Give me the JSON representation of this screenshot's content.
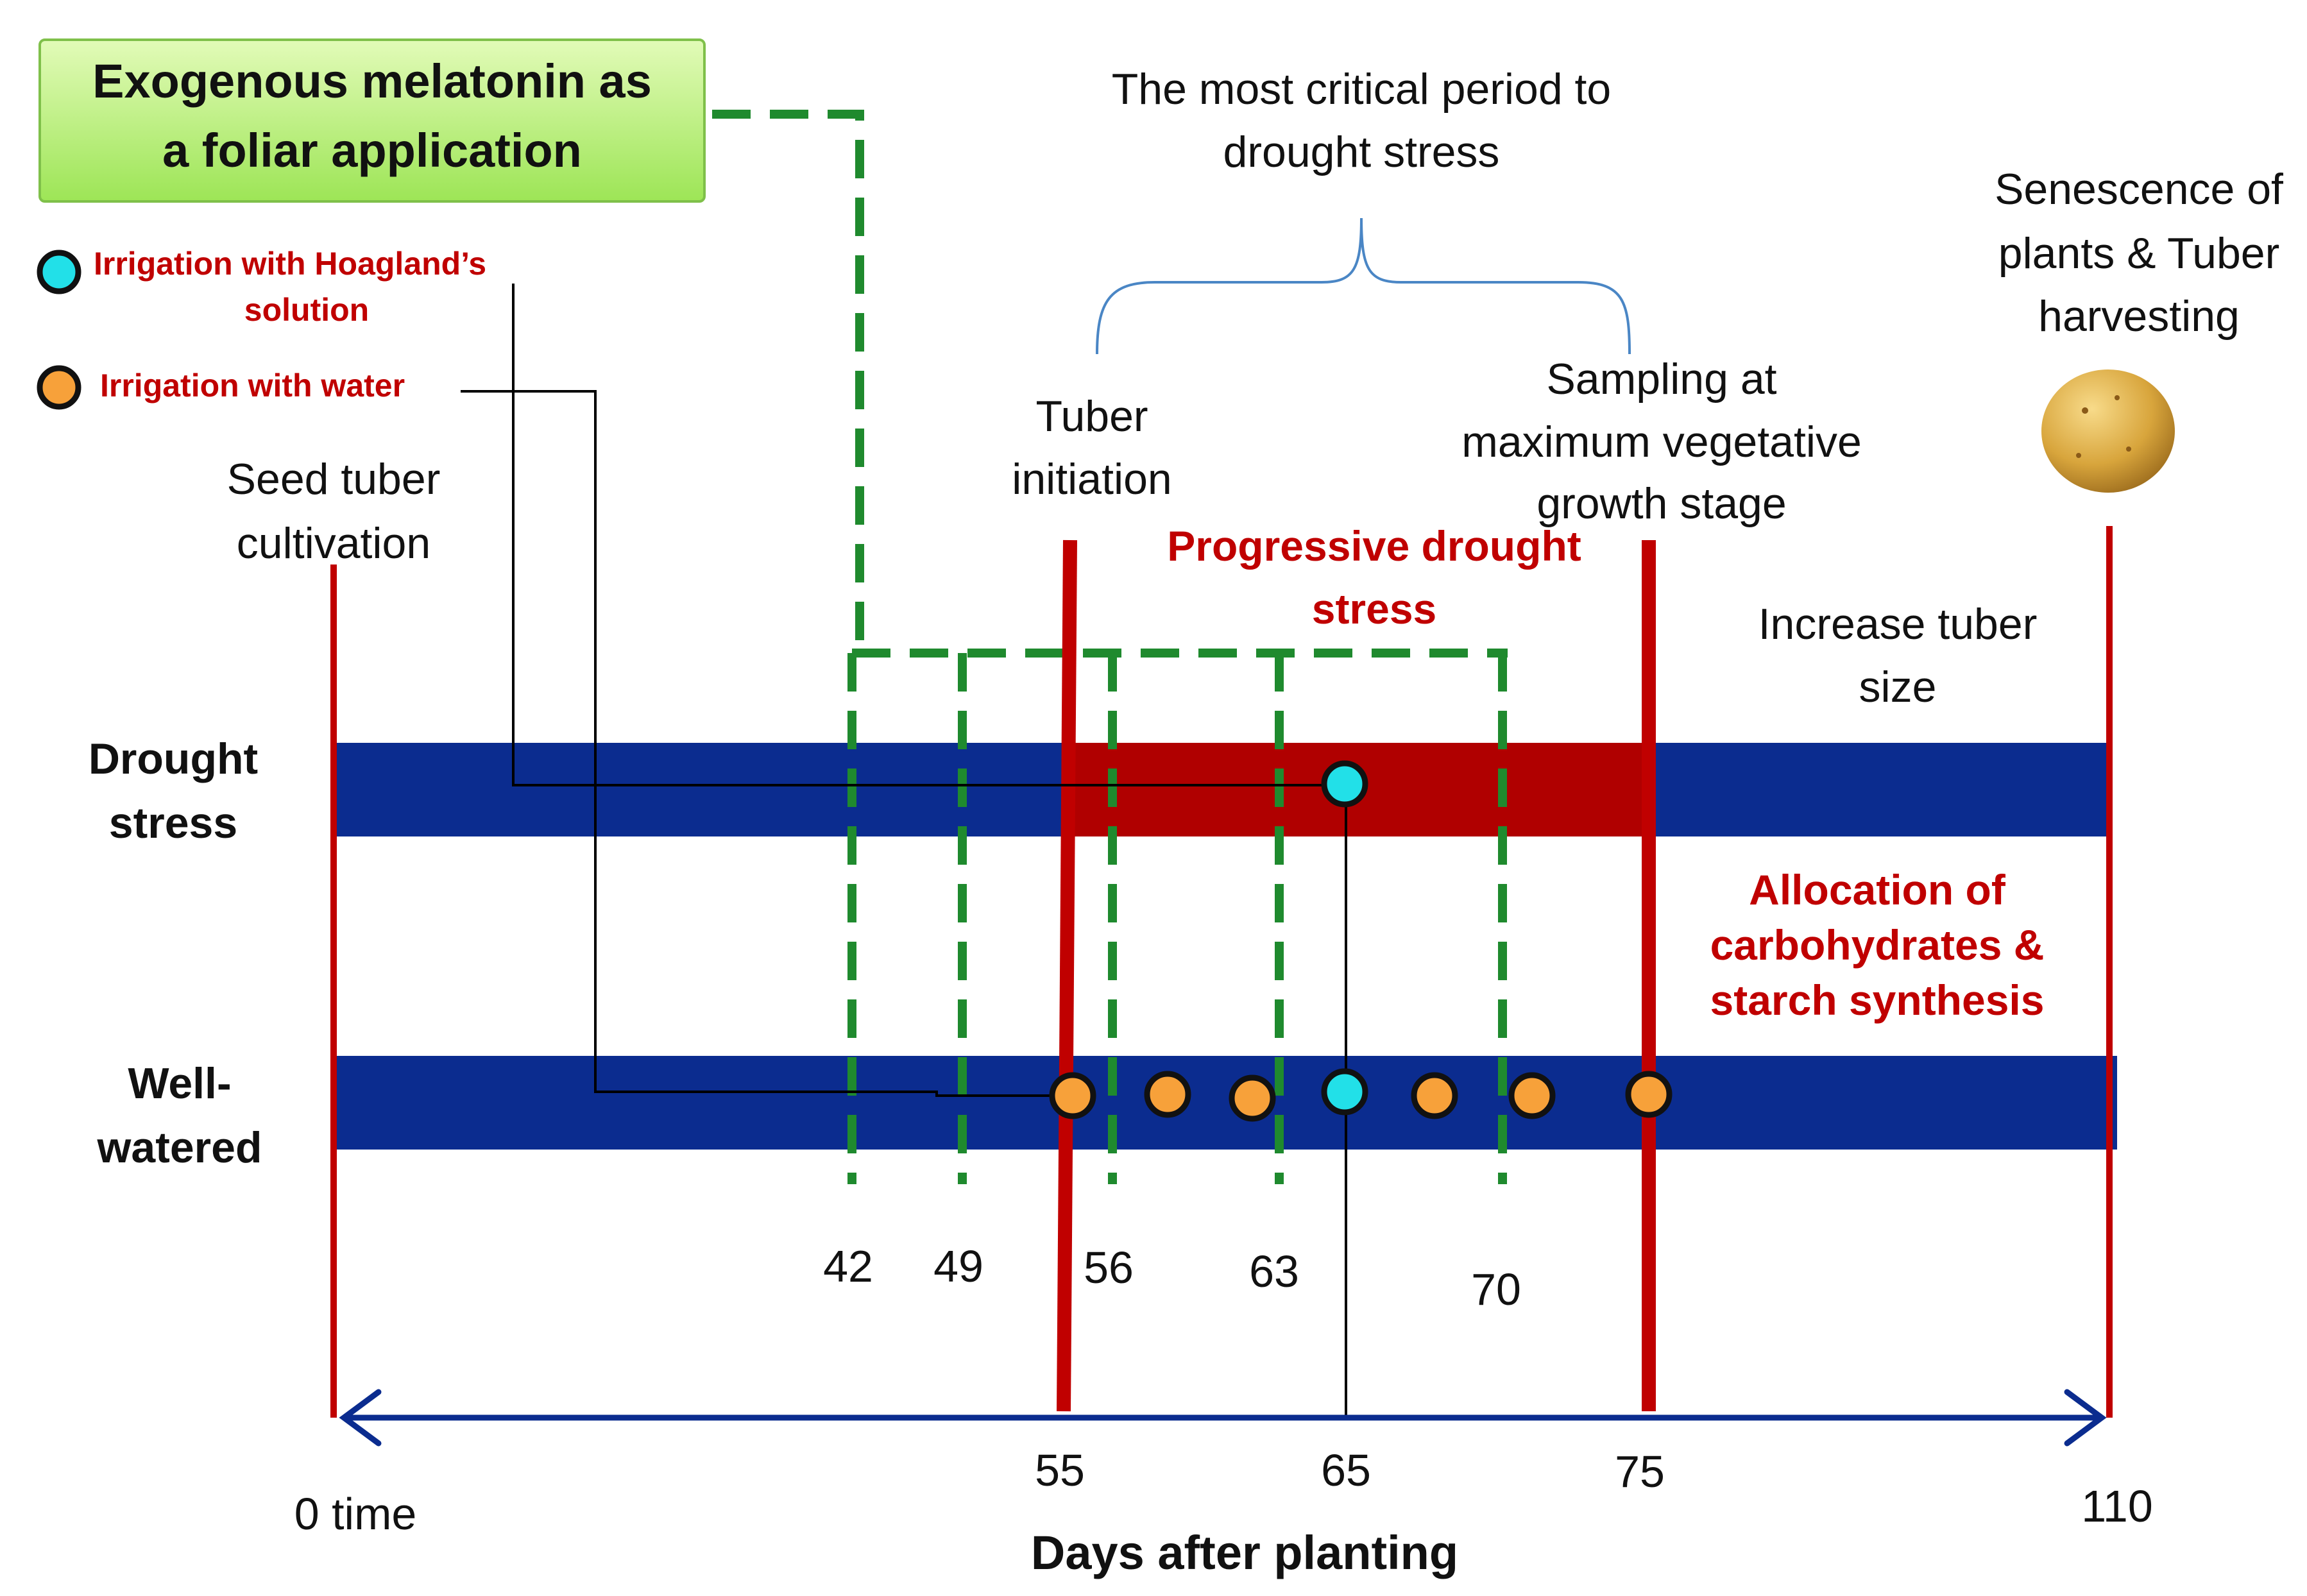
{
  "title_box": {
    "line1": "Exogenous melatonin as",
    "line2": "a foliar application"
  },
  "legend": {
    "hoagland_line1": "Irrigation with Hoagland’s",
    "hoagland_line2": "solution",
    "water": "Irrigation with water"
  },
  "stages": {
    "seed_line1": "Seed tuber",
    "seed_line2": "cultivation",
    "critical_line1": "The most critical period to",
    "critical_line2": "drought stress",
    "tuber_init_line1": "Tuber",
    "tuber_init_line2": "initiation",
    "sampling_line1": "Sampling at",
    "sampling_line2": "maximum vegetative",
    "sampling_line3": "growth stage",
    "senescence_line1": "Senescence  of",
    "senescence_line2": "plants & Tuber",
    "senescence_line3": "harvesting",
    "progressive_line1": "Progressive  drought",
    "progressive_line2": "stress",
    "increase_line1": "Increase tuber",
    "increase_line2": "size",
    "allocation_line1": "Allocation of",
    "allocation_line2": "carbohydrates &",
    "allocation_line3": "starch synthesis"
  },
  "rows": {
    "drought_line1": "Drought",
    "drought_line2": "stress",
    "well_line1": "Well-",
    "well_line2": "watered"
  },
  "melatonin_days": [
    "42",
    "49",
    "56",
    "63",
    "70"
  ],
  "axis": {
    "start_label": "0 time",
    "end_label": "110",
    "ticks": [
      "55",
      "65",
      "75"
    ],
    "title": "Days after planting"
  },
  "colors": {
    "band_blue": "#0b2c8f",
    "drought_red": "#b00000",
    "marker_red": "#c00000",
    "dashed_green": "#1f8a2e",
    "title_box_green": "#b8f27a",
    "hoagland_cyan": "#22e0e8",
    "water_orange": "#f7a13a",
    "axis_blue": "#0b2c8f",
    "potato": "#d8a53c"
  },
  "icons": {
    "potato": "potato-icon"
  }
}
